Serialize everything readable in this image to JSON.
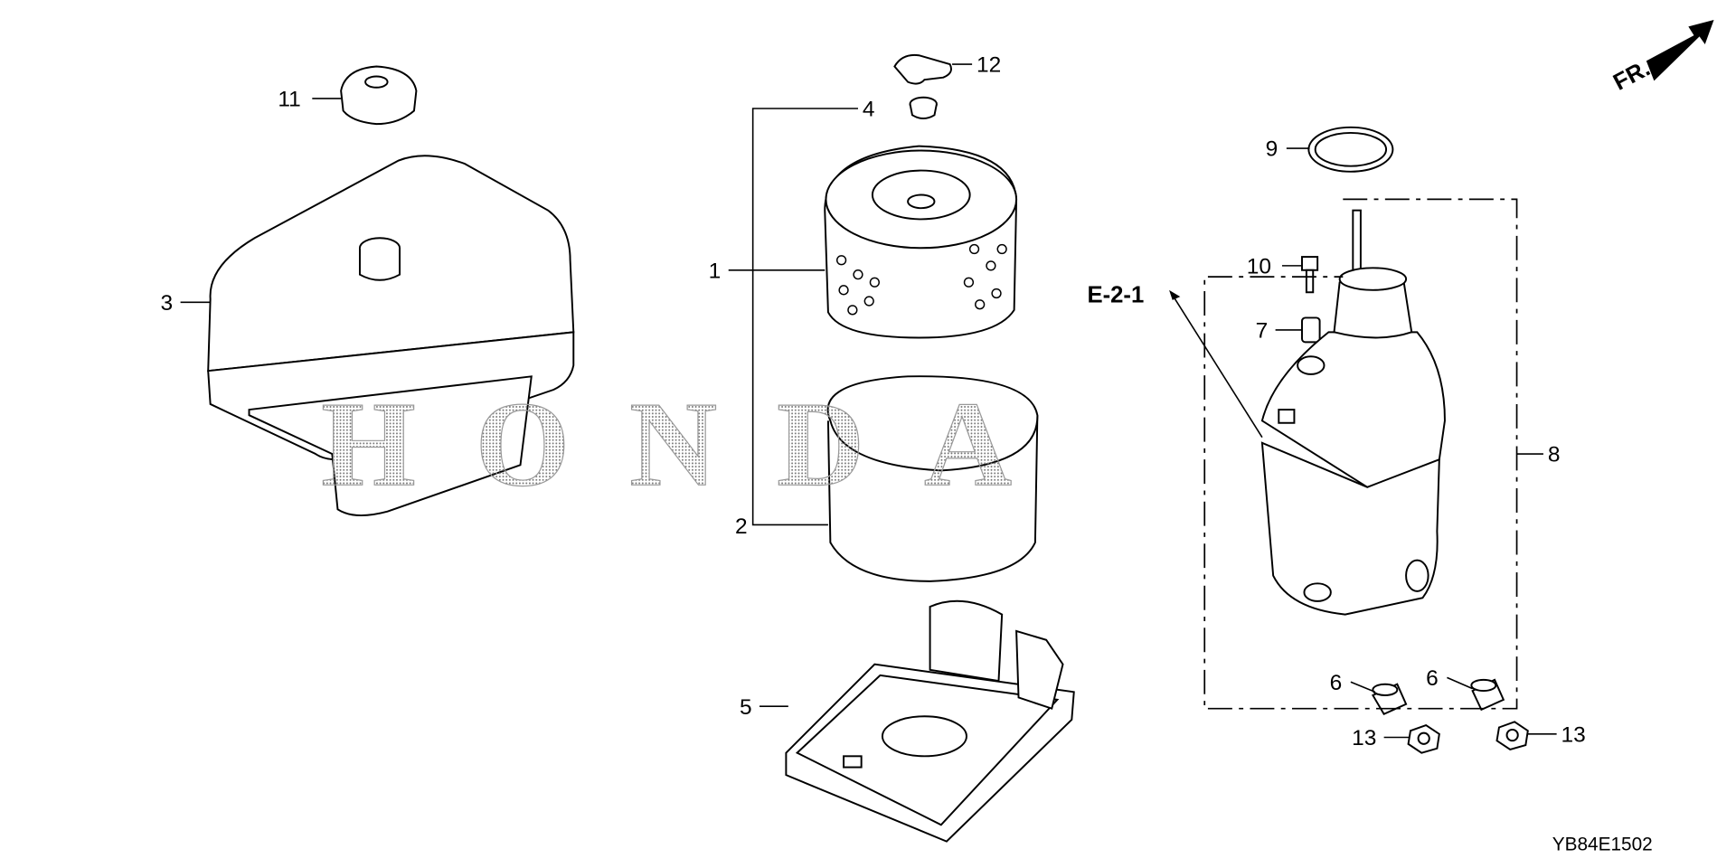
{
  "diagram": {
    "code": "YB84E1502",
    "direction_label": "FR.",
    "watermark": "HONDA",
    "reference": "E-2-1",
    "callouts": [
      {
        "id": "c11",
        "text": "11"
      },
      {
        "id": "c12",
        "text": "12"
      },
      {
        "id": "c4",
        "text": "4"
      },
      {
        "id": "c1",
        "text": "1"
      },
      {
        "id": "c2",
        "text": "2"
      },
      {
        "id": "c3",
        "text": "3"
      },
      {
        "id": "c5",
        "text": "5"
      },
      {
        "id": "c9",
        "text": "9"
      },
      {
        "id": "c10",
        "text": "10"
      },
      {
        "id": "c7",
        "text": "7"
      },
      {
        "id": "c8",
        "text": "8"
      },
      {
        "id": "c6a",
        "text": "6"
      },
      {
        "id": "c6b",
        "text": "6"
      },
      {
        "id": "c13a",
        "text": "13"
      },
      {
        "id": "c13b",
        "text": "13"
      }
    ]
  }
}
